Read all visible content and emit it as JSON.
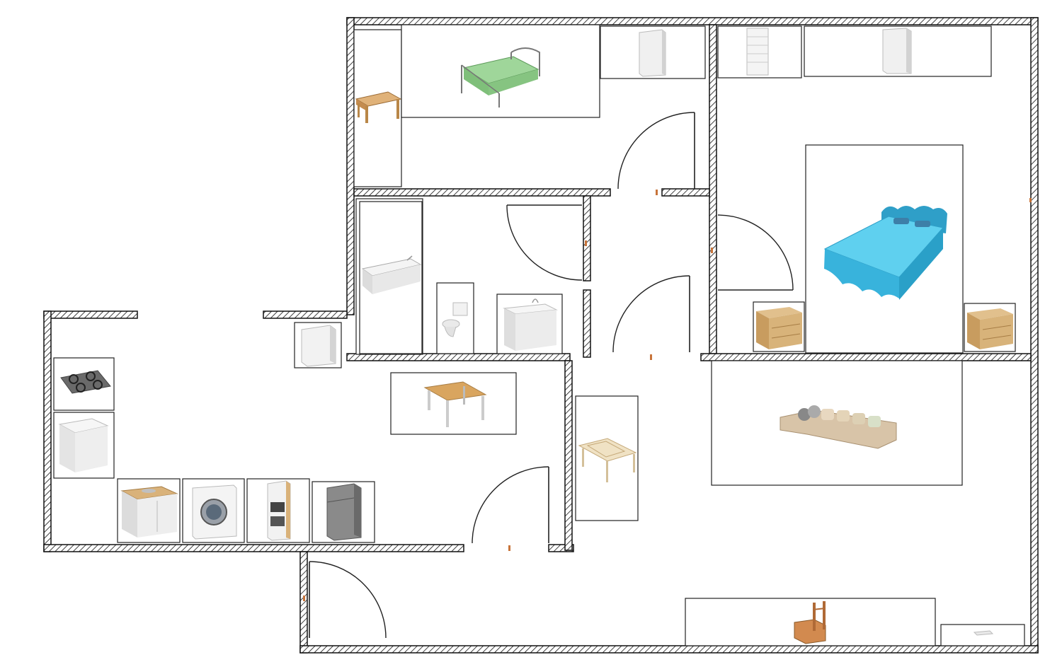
{
  "plan": {
    "colors": {
      "wall_hatch": "#111111",
      "background": "#ffffff",
      "door_handle": "#c8743a",
      "wood_light": "#d9b27a",
      "wood_dark": "#b98748",
      "bed_green": "#8fcc88",
      "bed_blue": "#4dc3e6",
      "sofa": "#d8c4a8",
      "appliance_grey": "#8a8a8a",
      "appliance_white": "#f2f2f2"
    },
    "rooms": [
      "bedroom-small",
      "bedroom-master",
      "bathroom",
      "hallway-closet",
      "kitchen",
      "living-room",
      "entrance-hall"
    ],
    "furniture": [
      "single-bed-icon",
      "wardrobe-icon",
      "desk-icon",
      "bookshelf-icon",
      "wardrobe-icon",
      "double-bed-icon",
      "nightstand-icon",
      "nightstand-icon",
      "bathtub-icon",
      "toilet-icon",
      "washbasin-icon",
      "stove-top-icon",
      "dishwasher-icon",
      "sink-cabinet-icon",
      "washing-machine-icon",
      "oven-column-icon",
      "fridge-icon",
      "storage-cabinet-icon",
      "dining-table-icon",
      "coffee-table-icon",
      "corner-sofa-icon",
      "tv-stand-icon",
      "shoe-rack-icon"
    ]
  }
}
